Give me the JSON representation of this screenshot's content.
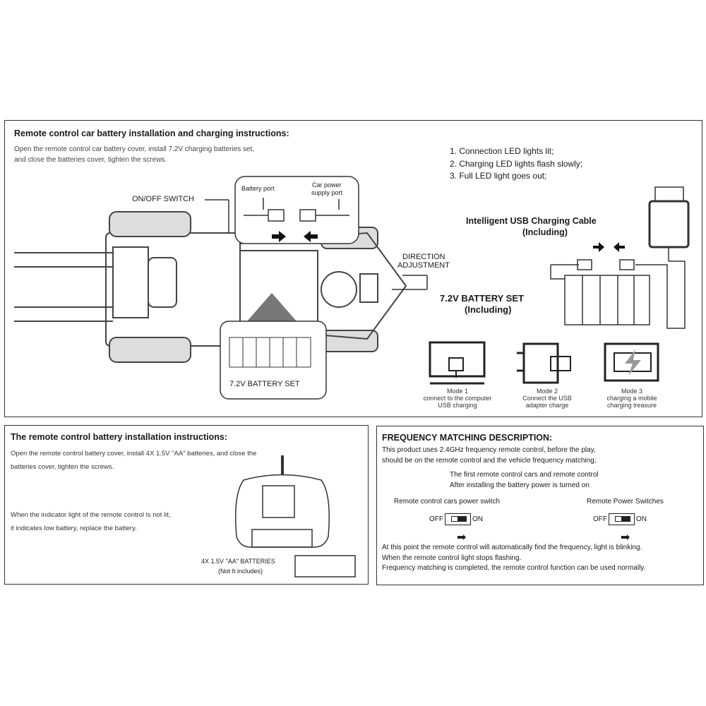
{
  "top": {
    "title": "Remote control car battery installation and charging instructions:",
    "desc1": "Open the remote control car  battery cover, install 7.2V charging batteries set,",
    "desc2": "and close the batteries cover, tighten the screws.",
    "led_steps": [
      "1. Connection LED lights lit;",
      "2. Charging LED lights flash slowly;",
      "3. Full LED light goes out;"
    ],
    "on_off_switch": "ON/OFF SWITCH",
    "battery_port": "Battery port",
    "car_power_port": [
      "Car power",
      "supply port"
    ],
    "direction": [
      "DIRECTION",
      "ADJUSTMENT"
    ],
    "battery_set_label": "7.2V BATTERY SET",
    "usb_cable": [
      "Intelligent USB Charging Cable",
      "(Including)"
    ],
    "battery_set_including": [
      "7.2V BATTERY SET",
      "(Including)"
    ],
    "modes": [
      {
        "title": "Mode 1",
        "lines": [
          "connect to the computer",
          "USB charging"
        ],
        "icon": "computer-usb-icon"
      },
      {
        "title": "Mode 2",
        "lines": [
          "Connect the USB",
          "adapter charge"
        ],
        "icon": "usb-adapter-icon"
      },
      {
        "title": "Mode 3",
        "lines": [
          "charging a mobile",
          "charging treasure"
        ],
        "icon": "power-bank-icon"
      }
    ]
  },
  "remote": {
    "title": "The remote control battery installation instructions:",
    "desc1": "Open the remote control battery cover, install 4X 1.5V \"AA\" batteries, and close the",
    "desc2": "batteries cover, tighten the screws.",
    "low1": "When the indicator light of the remote control is not lit,",
    "low2": "it indicates low battery, replace the battery.",
    "batteries": "4X 1.5V \"AA\" BATTERIES",
    "not_included": "(Not It includes)"
  },
  "frequency": {
    "title": "FREQUENCY MATCHING DESCRIPTION:",
    "p1": "This product uses 2.4GHz frequency remote control, before the play,",
    "p2": "should be on the remote control and the vehicle frequency matching;",
    "c1": "The first remote control cars and remote control",
    "c2": "After installing the battery power is turned on",
    "car_switch": "Remote control cars power switch",
    "remote_switch": "Remote Power Switches",
    "off": "OFF",
    "on": "ON",
    "f1": "At this point the remote control will automatically find the frequency, light is blinking.",
    "f2": "When the remote control light stops flashing.",
    "f3": "Frequency matching is completed, the remote control function can be used normally."
  }
}
